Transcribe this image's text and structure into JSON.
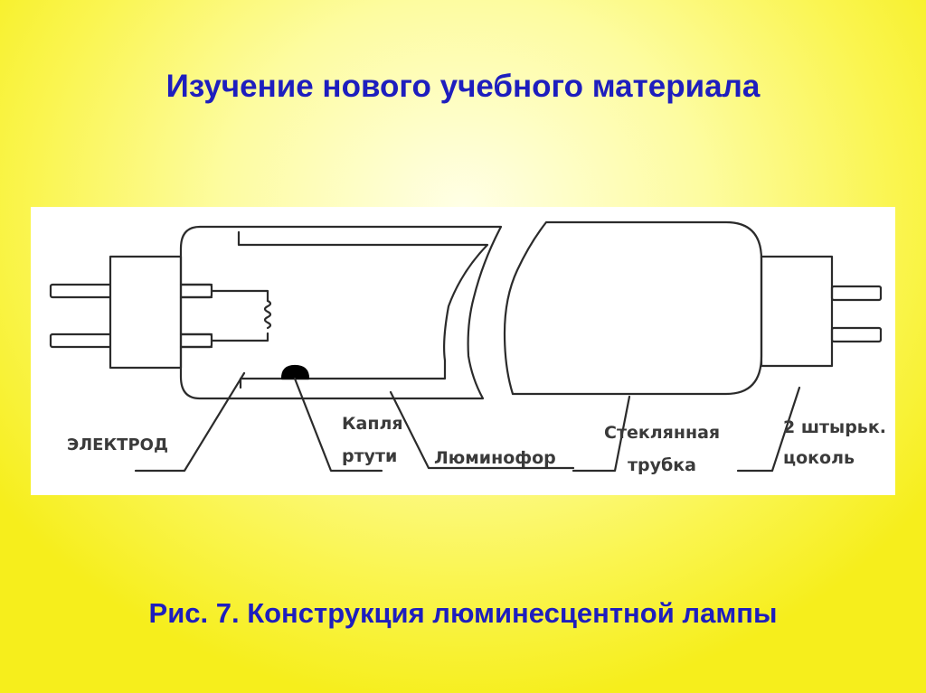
{
  "header": {
    "title": "Изучение нового учебного материала"
  },
  "diagram": {
    "labels": {
      "electrode": "ЭЛЕКТРОД",
      "mercury_line1": "Капля",
      "mercury_line2": "ртути",
      "phosphor": "Люминофор",
      "tube_line1": "Стеклянная",
      "tube_line2": "трубка",
      "base_line1": "2 штырьк.",
      "base_line2": "цоколь"
    }
  },
  "footer": {
    "caption": "Рис. 7. Конструкция люминесцентной лампы"
  }
}
